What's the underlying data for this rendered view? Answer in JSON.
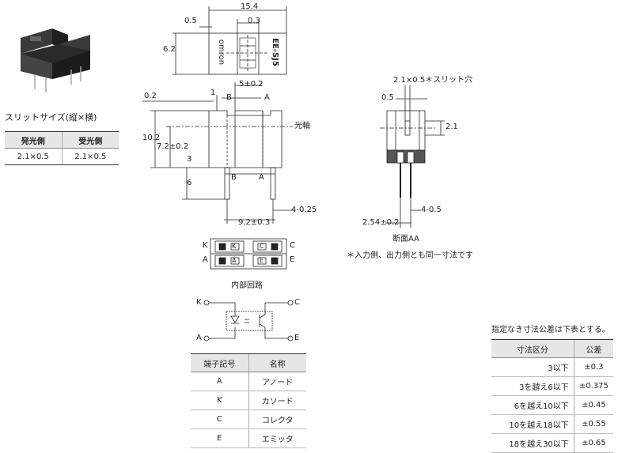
{
  "slit": {
    "title": "スリットサイズ(縦×横)",
    "headers": [
      "発光側",
      "受光側"
    ],
    "values": [
      "2.1×0.5",
      "2.1×0.5"
    ]
  },
  "top_view": {
    "dim_total": "15.4",
    "dim_gap": "0.3",
    "dim_left": "0.5",
    "dim_height": "6.2",
    "brand": "omron",
    "model": "EE-SJ5"
  },
  "front_view": {
    "dim_0_2": "0.2",
    "dim_1": "1",
    "label_b": "B",
    "label_a": "A",
    "dim_5": "5±0.2",
    "optical_axis": "光軸",
    "dim_10_2": "10.2",
    "dim_7_2": "7.2±0.2",
    "dim_3": "3",
    "dim_6": "6",
    "label_b2": "B",
    "label_a2": "A",
    "dim_pin": "4-0.25",
    "dim_9_2": "9.2±0.3"
  },
  "section_view": {
    "slit_note": "2.1×0.5＊スリット穴",
    "dim_0_5": "0.5",
    "dim_2_1": "2.1",
    "dim_2_54": "2.54±0.2",
    "dim_pin": "4-0.5",
    "title": "断面AA",
    "note": "＊入力側、出力側とも同一寸法です"
  },
  "bottom_view": {
    "k": "K",
    "c": "C",
    "a": "A",
    "e": "E"
  },
  "circuit": {
    "title": "内部回路",
    "k": "K",
    "c": "C",
    "a": "A",
    "e": "E"
  },
  "terminals": {
    "headers": [
      "端子記号",
      "名称"
    ],
    "rows": [
      [
        "A",
        "アノード"
      ],
      [
        "K",
        "カソード"
      ],
      [
        "C",
        "コレクタ"
      ],
      [
        "E",
        "エミッタ"
      ]
    ]
  },
  "tolerance": {
    "note": "指定なき寸法公差は下表とする。",
    "headers": [
      "寸法区分",
      "公差"
    ],
    "rows": [
      [
        "3以下",
        "±0.3"
      ],
      [
        "3を越え6以下",
        "±0.375"
      ],
      [
        "6を越え10以下",
        "±0.45"
      ],
      [
        "10を越え18以下",
        "±0.55"
      ],
      [
        "18を越え30以下",
        "±0.65"
      ]
    ]
  }
}
